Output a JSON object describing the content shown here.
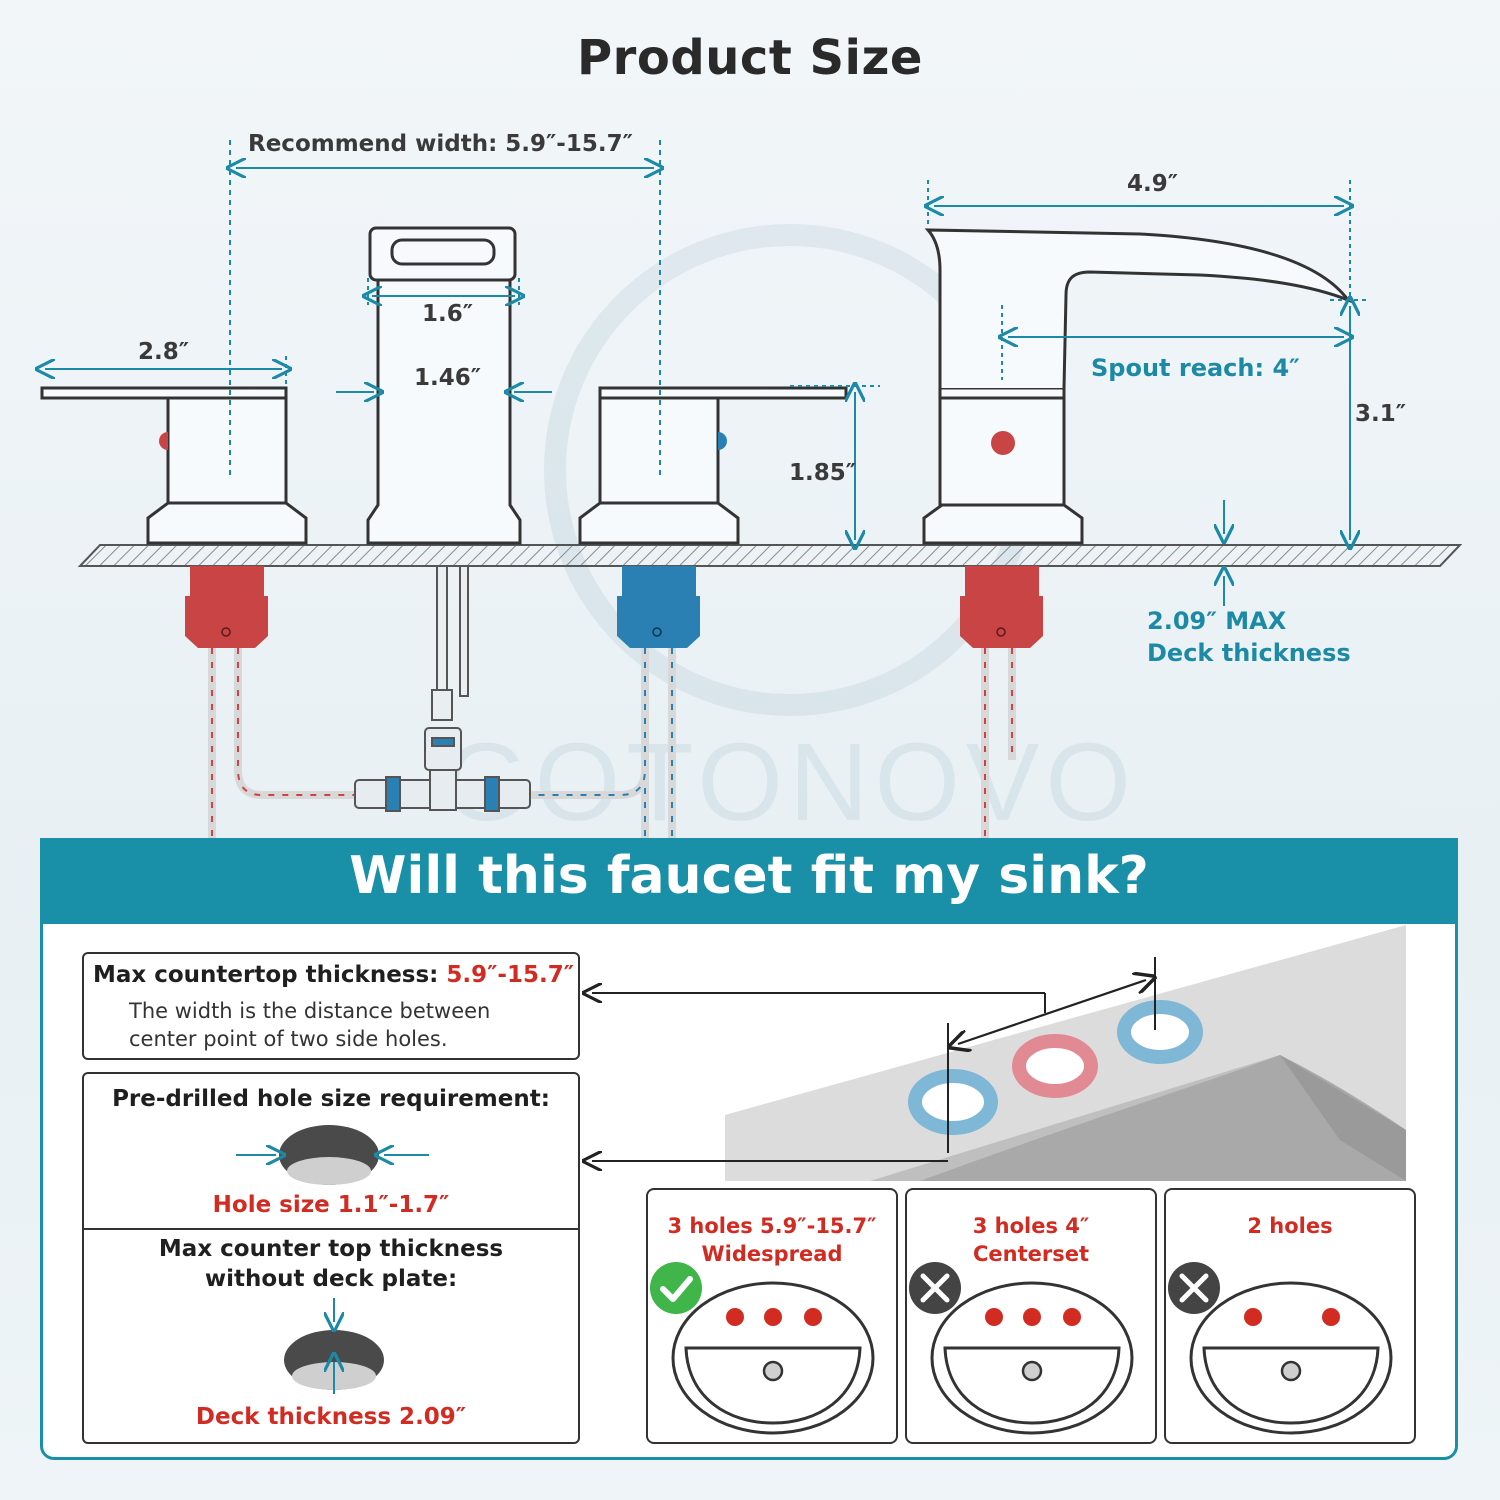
{
  "page": {
    "title": "Product Size",
    "watermark": "GOTONOVO"
  },
  "dimensions": {
    "recommend_width": "Recommend width: 5.9″-15.7″",
    "handle_length": "2.8″",
    "drain_top": "1.6″",
    "drain_body": "1.46″",
    "handle_height": "1.85″",
    "spout_length": "4.9″",
    "spout_reach": "Spout reach: 4″",
    "spout_height": "3.1″",
    "deck_thickness_line1": "2.09″ MAX",
    "deck_thickness_line2": "Deck thickness"
  },
  "fit_section": {
    "title": "Will this faucet fit my sink?",
    "countertop": {
      "label": "Max countertop thickness:",
      "value": "5.9″-15.7″",
      "desc_line1": "The width is the distance between",
      "desc_line2": "center point of two side holes."
    },
    "hole_size": {
      "heading": "Pre-drilled hole size requirement:",
      "label": "Hole size 1.1″-1.7″"
    },
    "deck": {
      "heading_line1": "Max counter top thickness",
      "heading_line2": "without deck plate:",
      "label": "Deck thickness 2.09″"
    },
    "options": [
      {
        "line1": "3 holes 5.9″-15.7″",
        "line2": "Widespread",
        "status": "check"
      },
      {
        "line1": "3 holes 4″",
        "line2": "Centerset",
        "status": "cross"
      },
      {
        "line1": "2 holes",
        "line2": "",
        "status": "cross"
      }
    ]
  },
  "colors": {
    "accent": "#1a8fa8",
    "hot": "#c94545",
    "cold": "#2a7fb3",
    "alert_red": "#d22b22",
    "check_green": "#3fb54a"
  }
}
